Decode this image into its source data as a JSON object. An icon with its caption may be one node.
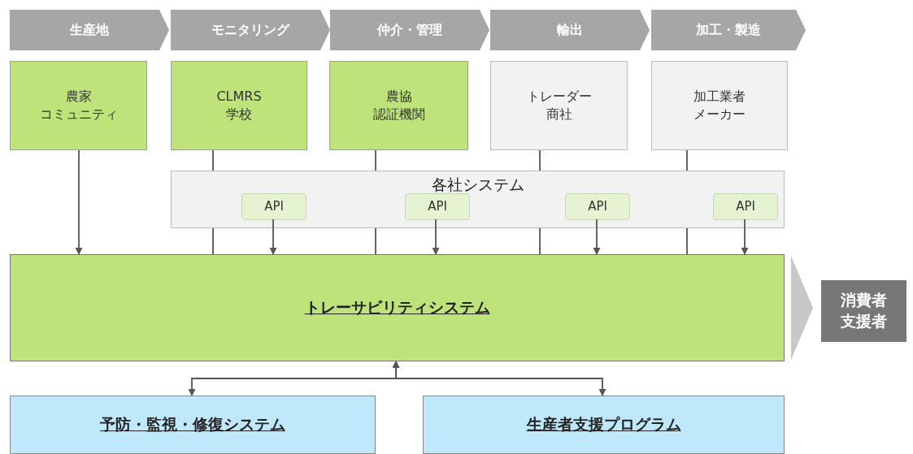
{
  "diagram": {
    "nodes": [
      {
        "text": [
          "生産地"
        ]
      },
      {
        "text": [
          "モニタリング"
        ]
      },
      {
        "text": [
          "仲介・管理"
        ]
      },
      {
        "text": [
          "輸出"
        ]
      },
      {
        "text": [
          "加工・製造"
        ]
      },
      {
        "text": [
          "農家",
          "コミュニティ"
        ]
      },
      {
        "text": [
          "CLMRS",
          "学校"
        ]
      },
      {
        "text": [
          "農協",
          "認証機関"
        ]
      },
      {
        "text": [
          "トレーダー",
          "商社"
        ]
      },
      {
        "text": [
          "加工業者",
          "メーカー"
        ]
      },
      {
        "text": [
          "各社システム"
        ]
      },
      {
        "text": [
          "API"
        ],
        "in": 10
      },
      {
        "text": [
          "API"
        ],
        "in": 10
      },
      {
        "text": [
          "API"
        ],
        "in": 10
      },
      {
        "text": [
          "API"
        ],
        "in": 10
      },
      {
        "text": [
          "トレーサビリティシステム"
        ]
      },
      {
        "text": [
          "消費者支援者"
        ]
      },
      {
        "text": [
          "予防・監視・修復システム"
        ]
      },
      {
        "text": [
          "生産者支援プログラム"
        ]
      }
    ],
    "edges": [
      {
        "from": 5,
        "to": 15,
        "arrow": "to"
      },
      {
        "from": 6,
        "to": 10,
        "arrow": "none"
      },
      {
        "from": 7,
        "to": 10,
        "arrow": "none"
      },
      {
        "from": 8,
        "to": 10,
        "arrow": "none"
      },
      {
        "from": 9,
        "to": 10,
        "arrow": "none"
      },
      {
        "from": 10,
        "to": 15,
        "arrow": "none"
      },
      {
        "from": 10,
        "to": 15,
        "arrow": "none"
      },
      {
        "from": 10,
        "to": 15,
        "arrow": "none"
      },
      {
        "from": 10,
        "to": 15,
        "arrow": "none"
      },
      {
        "from": 11,
        "to": 15,
        "arrow": "to"
      },
      {
        "from": 12,
        "to": 15,
        "arrow": "to"
      },
      {
        "from": 13,
        "to": 15,
        "arrow": "to"
      },
      {
        "from": 14,
        "to": 15,
        "arrow": "to"
      },
      {
        "from": 15,
        "to": 17,
        "arrow": "both"
      },
      {
        "from": 15,
        "to": 18,
        "arrow": "both"
      },
      {
        "from": 15,
        "to": 16,
        "arrow": "to",
        "style": "thick",
        "color": "#c8c8c8"
      }
    ]
  }
}
